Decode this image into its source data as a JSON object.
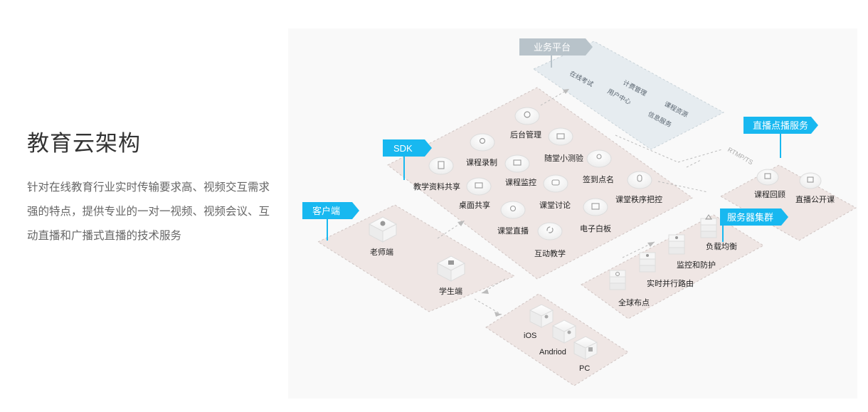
{
  "intro": {
    "title": "教育云架构",
    "description": "针对在线教育行业实时传输要求高、视频交互需求强的特点，提供专业的一对一视频、视频会议、互动直播和广播式直播的技术服务"
  },
  "colors": {
    "tag_blue": "#18b8f0",
    "tag_gray": "#b8c3ca",
    "panel_pink": "#efe6e4",
    "panel_blue": "#e6ecf0",
    "icon_gray": "#9a9a9a"
  },
  "diagram": {
    "business_platform": {
      "tag": "业务平台",
      "items": [
        "在线考试",
        "计费管理",
        "用户中心",
        "课程资源",
        "信息服务"
      ]
    },
    "sdk": {
      "tag": "SDK",
      "items": [
        {
          "label": "后台管理",
          "icon": "camera-icon"
        },
        {
          "label": "课程录制",
          "icon": "record-icon"
        },
        {
          "label": "随堂小测验",
          "icon": "quiz-icon"
        },
        {
          "label": "教学资料共享",
          "icon": "document-icon"
        },
        {
          "label": "课程监控",
          "icon": "monitor-icon"
        },
        {
          "label": "签到点名",
          "icon": "user-check-icon"
        },
        {
          "label": "桌面共享",
          "icon": "desktop-icon"
        },
        {
          "label": "课堂讨论",
          "icon": "chat-icon"
        },
        {
          "label": "课堂秩序把控",
          "icon": "microphone-icon"
        },
        {
          "label": "课堂直播",
          "icon": "broadcast-icon"
        },
        {
          "label": "电子白板",
          "icon": "whiteboard-icon"
        },
        {
          "label": "互动教学",
          "icon": "refresh-icon"
        }
      ]
    },
    "client": {
      "tag": "客户端",
      "items": [
        {
          "label": "老师端",
          "icon": "teacher-icon"
        },
        {
          "label": "学生端",
          "icon": "student-icon"
        }
      ]
    },
    "live_vod": {
      "tag": "直播点播服务",
      "protocol": "RTMP/TS",
      "items": [
        {
          "label": "课程回顾",
          "icon": "replay-icon"
        },
        {
          "label": "直播公开课",
          "icon": "open-class-icon"
        }
      ]
    },
    "servers": {
      "tag": "服务器集群",
      "items": [
        {
          "label": "负载均衡",
          "icon": "balance-icon"
        },
        {
          "label": "监控和防护",
          "icon": "shield-icon"
        },
        {
          "label": "实时并行路由",
          "icon": "router-icon"
        },
        {
          "label": "全球布点",
          "icon": "globe-icon"
        }
      ]
    },
    "platforms": {
      "items": [
        {
          "label": "iOS",
          "icon": "apple-icon"
        },
        {
          "label": "Andriod",
          "icon": "android-icon"
        },
        {
          "label": "PC",
          "icon": "windows-icon"
        }
      ]
    }
  }
}
